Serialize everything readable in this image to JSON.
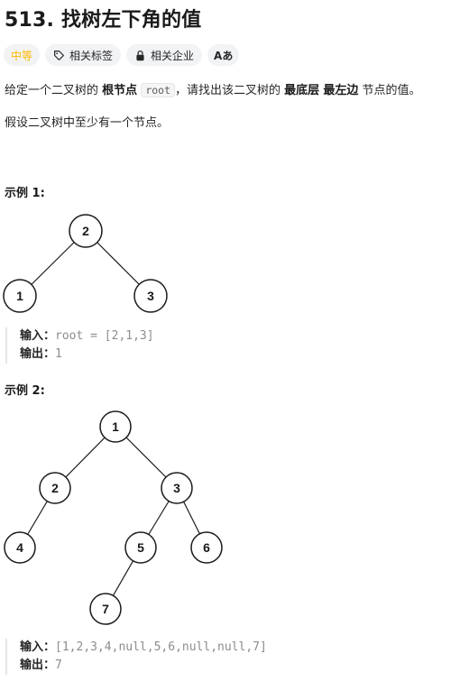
{
  "problem": {
    "title": "513. 找树左下角的值",
    "difficulty": "中等",
    "tags_label": "相关标签",
    "companies_label": "相关企业",
    "lang_label": "Aあ",
    "desc": {
      "p1_a": "给定一个二叉树的",
      "p1_b": "根节点",
      "p1_code": "root",
      "p1_c": "，请找出该二叉树的",
      "p1_d": "最底层",
      "p1_e": "最左边",
      "p1_f": "节点的值。",
      "p2": "假设二叉树中至少有一个节点。"
    }
  },
  "examples": [
    {
      "title": "示例 1:",
      "nodes": [
        "2",
        "1",
        "3"
      ],
      "input_label": "输入：",
      "input_value": "root = [2,1,3]",
      "output_label": "输出：",
      "output_value": "1"
    },
    {
      "title": "示例 2:",
      "nodes": [
        "1",
        "2",
        "3",
        "4",
        "5",
        "6",
        "7"
      ],
      "input_label": "输入：",
      "input_value": "[1,2,3,4,null,5,6,null,null,7]",
      "output_label": "输出：",
      "output_value": "7"
    }
  ],
  "colors": {
    "difficulty_medium": "#ffb800",
    "tag_bg": "#f2f3f5"
  },
  "icons": [
    "tag-icon",
    "lock-icon",
    "translate-icon"
  ]
}
